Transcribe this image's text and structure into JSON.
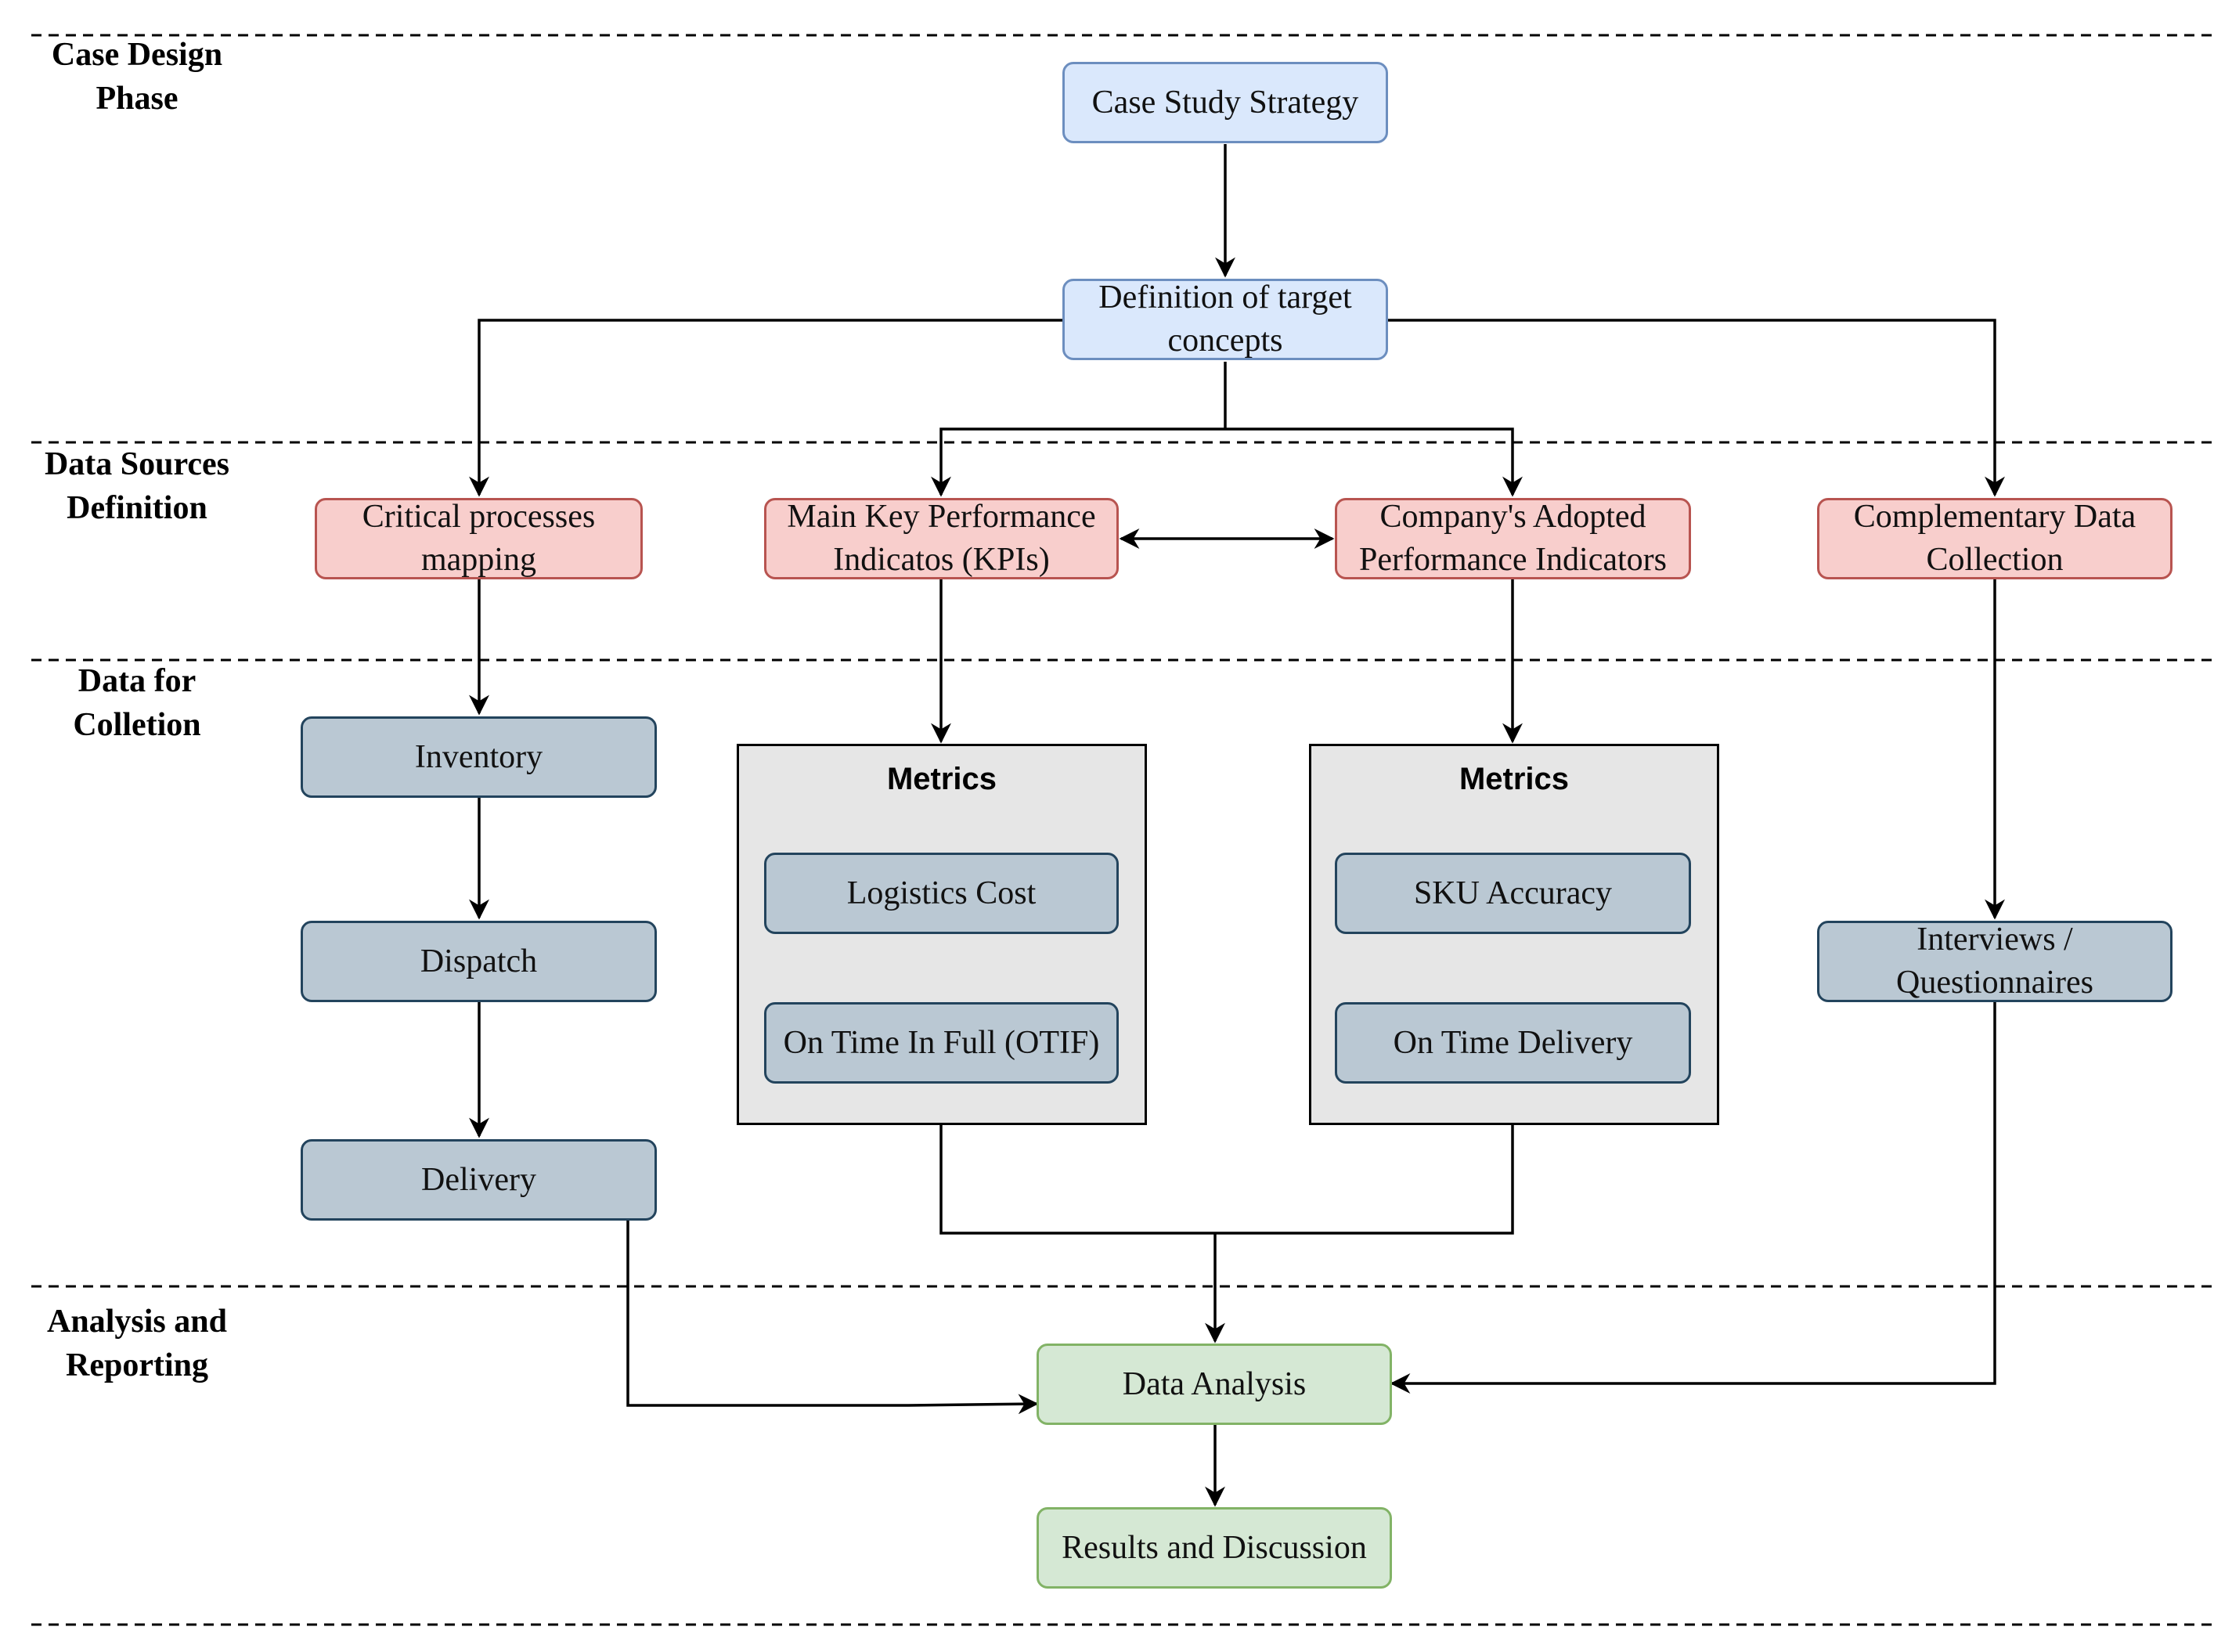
{
  "phases": {
    "case_design": "Case Design\nPhase",
    "data_sources": "Data Sources\nDefinition",
    "data_collection": "Data for\nColletion",
    "analysis": "Analysis and\nReporting"
  },
  "nodes": {
    "case_study_strategy": "Case Study Strategy",
    "definition_target": "Definition of target\nconcepts",
    "critical_processes": "Critical processes\nmapping",
    "main_kpis": "Main Key Performance\nIndicatos (KPIs)",
    "company_indicators": "Company's Adopted\nPerformance Indicators",
    "complementary_data": "Complementary Data\nCollection",
    "inventory": "Inventory",
    "dispatch": "Dispatch",
    "delivery": "Delivery",
    "logistics_cost": "Logistics Cost",
    "otif": "On Time In Full (OTIF)",
    "sku_accuracy": "SKU Accuracy",
    "on_time_delivery": "On Time Delivery",
    "interviews": "Interviews /\nQuestionnaires",
    "data_analysis": "Data Analysis",
    "results": "Results and Discussion"
  },
  "groups": {
    "metrics_left_title": "Metrics",
    "metrics_right_title": "Metrics"
  },
  "colors": {
    "blue_fill": "#dae8fc",
    "red_fill": "#f8cecc",
    "grey_fill": "#bac8d3",
    "green_fill": "#d5e8d4",
    "group_fill": "#e6e6e6"
  }
}
